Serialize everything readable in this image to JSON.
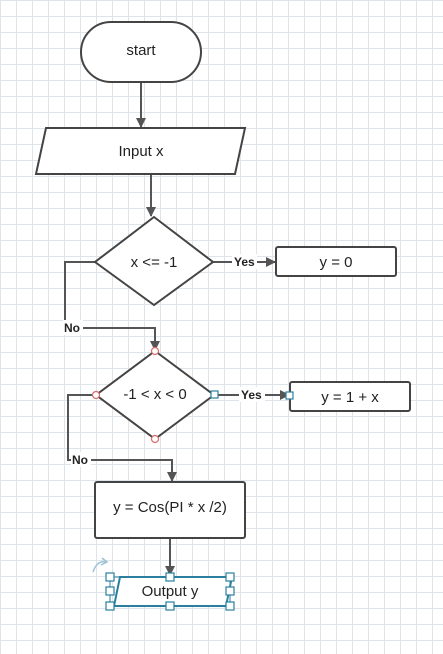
{
  "nodes": {
    "start": "start",
    "input": "Input x",
    "decision1": "x <= -1",
    "y_zero": "y = 0",
    "decision2": "-1 < x < 0",
    "y_one_plus_x": "y = 1 + x",
    "y_cos": "y = Cos(PI * x /2)",
    "output": "Output y"
  },
  "edges": {
    "yes1": "Yes",
    "no1": "No",
    "yes2": "Yes",
    "no2": "No"
  },
  "selected_node": "Output y"
}
